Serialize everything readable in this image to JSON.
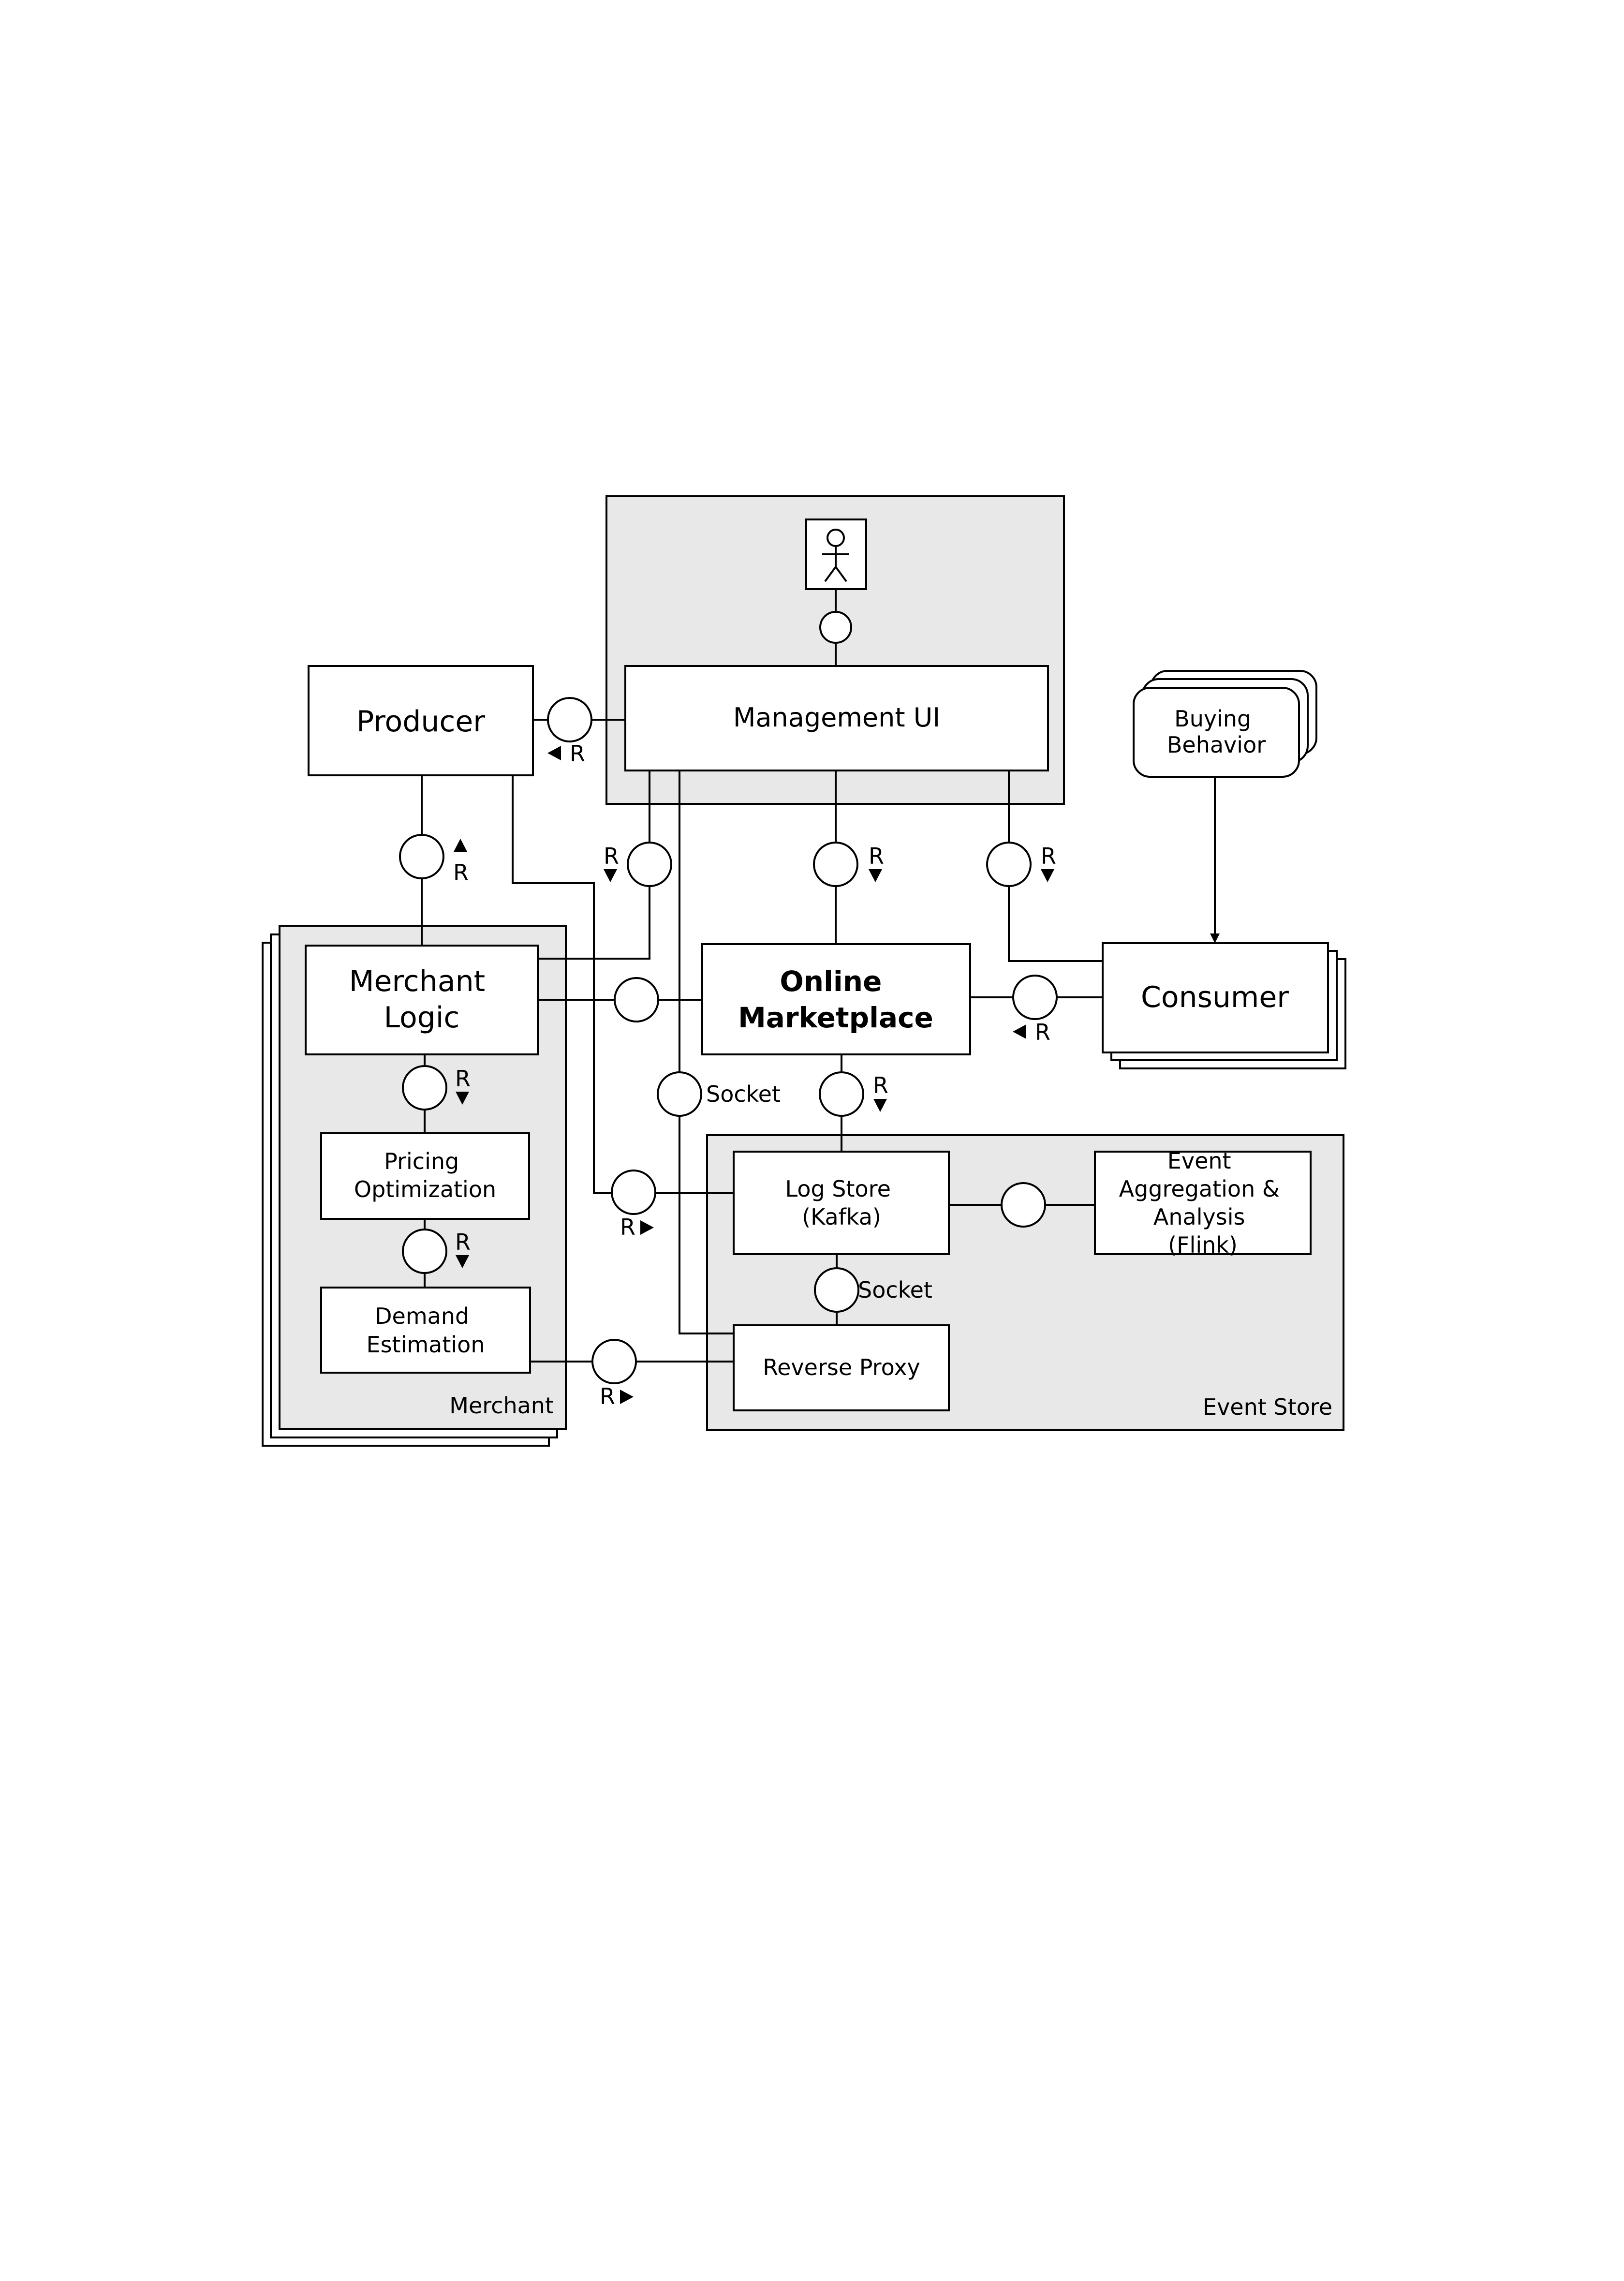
{
  "components": {
    "management_ui": "Management UI",
    "producer": "Producer",
    "buying_behavior": [
      "Buying",
      "Behavior"
    ],
    "merchant_logic": [
      "Merchant",
      "Logic"
    ],
    "online_marketplace": [
      "Online",
      "Marketplace"
    ],
    "consumer": "Consumer",
    "pricing_optimization": [
      "Pricing",
      "Optimization"
    ],
    "demand_estimation": [
      "Demand",
      "Estimation"
    ],
    "log_store": [
      "Log Store",
      "(Kafka)"
    ],
    "event_aggregation": [
      "Event",
      "Aggregation  &",
      "Analysis",
      "(Flink)"
    ],
    "reverse_proxy": "Reverse Proxy"
  },
  "regions": {
    "merchant": "Merchant",
    "event_store": "Event Store"
  },
  "connector_labels": {
    "r": "R",
    "socket": "Socket"
  }
}
